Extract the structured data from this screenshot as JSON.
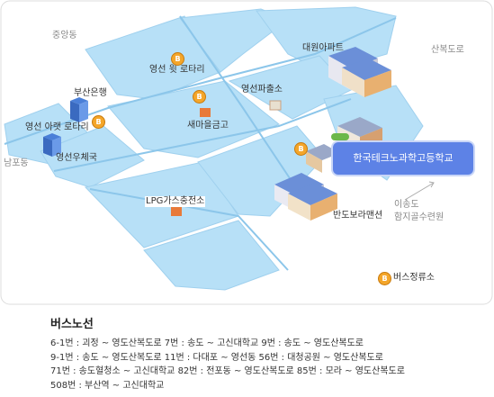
{
  "map": {
    "labels": {
      "jungang_dong": "중앙동",
      "busan_bank": "부산은행",
      "yeongseon_upper_rotary": "영선 윗 로타리",
      "yeongseon_lower_rotary": "영선 아랫 로타리",
      "yeongseon_post_office": "영선우체국",
      "saemaeul_bank": "새마을금고",
      "yeongseon_police_box": "영선파출소",
      "daewon_apt": "대원아파트",
      "sanbok_road": "산복도로",
      "nampo_dong": "남포동",
      "lpg_station": "LPG가스충전소",
      "bando_bora_mansion": "반도보라맨션",
      "isong_do": "이송도",
      "hamji_reservoir": "함지골수련원",
      "school": "한국테크노과학고등학교",
      "legend_bus_stop": "버스정류소"
    },
    "bus_stop_icon": "bus-stop-icon",
    "colors": {
      "road": "#a8d8f4",
      "road_edge": "#8cc6ea",
      "block": "#cdeafb",
      "accent": "#5d82e6",
      "bus_stop": "#f4a62a"
    }
  },
  "routes": {
    "title": "버스노선",
    "lines": [
      "6-1번 : 괴정 ~ 영도산복도로   7번 : 송도 ~ 고신대학교   9번 : 송도 ~ 영도산복도로",
      "9-1번 : 송도 ~ 영도산복도로   11번 : 다대포 ~ 영선동   56번 : 대청공원 ~ 영도산복도로",
      "71번 : 송도혈청소 ~ 고신대학교   82번 : 전포동 ~ 영도산복도로   85번 : 모라 ~ 영도산복도로",
      "508번 : 부산역 ~ 고신대학교"
    ]
  }
}
